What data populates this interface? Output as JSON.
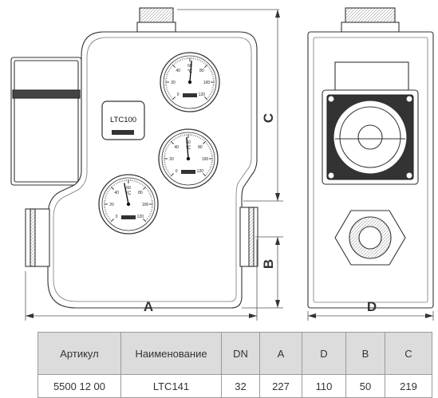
{
  "drawing": {
    "model_label": "LTC100",
    "dimension_labels": {
      "a": "A",
      "b": "B",
      "c": "C",
      "d": "D"
    },
    "gauge_unit": "°C",
    "gauge_ticks": [
      "0",
      "20",
      "40",
      "60",
      "80",
      "100",
      "120"
    ]
  },
  "table": {
    "headers": [
      "Артикул",
      "Наименование",
      "DN",
      "A",
      "D",
      "B",
      "C"
    ],
    "rows": [
      [
        "5500 12 00",
        "LTC141",
        "32",
        "227",
        "110",
        "50",
        "219"
      ]
    ]
  }
}
